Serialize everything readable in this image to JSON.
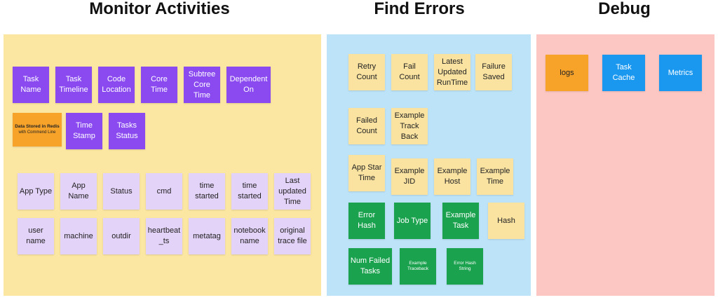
{
  "headings": {
    "monitor": "Monitor Activities",
    "errors": "Find Errors",
    "debug": "Debug"
  },
  "colors": {
    "monitor_panel": "#fbe6a2",
    "errors_panel": "#bde3f8",
    "debug_panel": "#fcc6c2",
    "purple_note": "#8a4af0",
    "orange_note": "#f7a32a",
    "lavender_note": "#e4d3f9",
    "yellow_note": "#fae3a1",
    "green_note": "#1ba24f",
    "blue_note": "#1a98f0"
  },
  "monitor": {
    "purple_row_1": [
      "Task Name",
      "Task Timeline",
      "Code Location",
      "Core Time",
      "Subtree Core Time",
      "Dependent On"
    ],
    "orange_note": {
      "title": "Data Stored in Redis",
      "subtitle": "with Commend Line"
    },
    "purple_row_2": [
      "Time Stamp",
      "Tasks Status"
    ],
    "lavender_row_1": [
      "App Type",
      "App Name",
      "Status",
      "cmd",
      "time started",
      "time started",
      "Last updated Time"
    ],
    "lavender_row_2": [
      "user name",
      "machine",
      "outdir",
      "heartbeat_ts",
      "metatag",
      "notebook name",
      "original trace file"
    ]
  },
  "errors": {
    "yellow_row_1": [
      "Retry Count",
      "Fail Count",
      "Latest Updated RunTime",
      "Failure Saved"
    ],
    "yellow_row_2": [
      "Failed Count",
      "Example Track Back"
    ],
    "yellow_row_3": [
      "App Star Time",
      "Example JID",
      "Example Host",
      "Example Time"
    ],
    "green_row_1": [
      "Error Hash",
      "Job Type",
      "Example Task"
    ],
    "yellow_hash": "Hash",
    "green_row_2": [
      "Num Failed Tasks",
      "Example Traceback",
      "Error Hash String"
    ]
  },
  "debug": {
    "orange_note": "logs",
    "blue_notes": [
      "Task Cache",
      "Metrics"
    ]
  }
}
